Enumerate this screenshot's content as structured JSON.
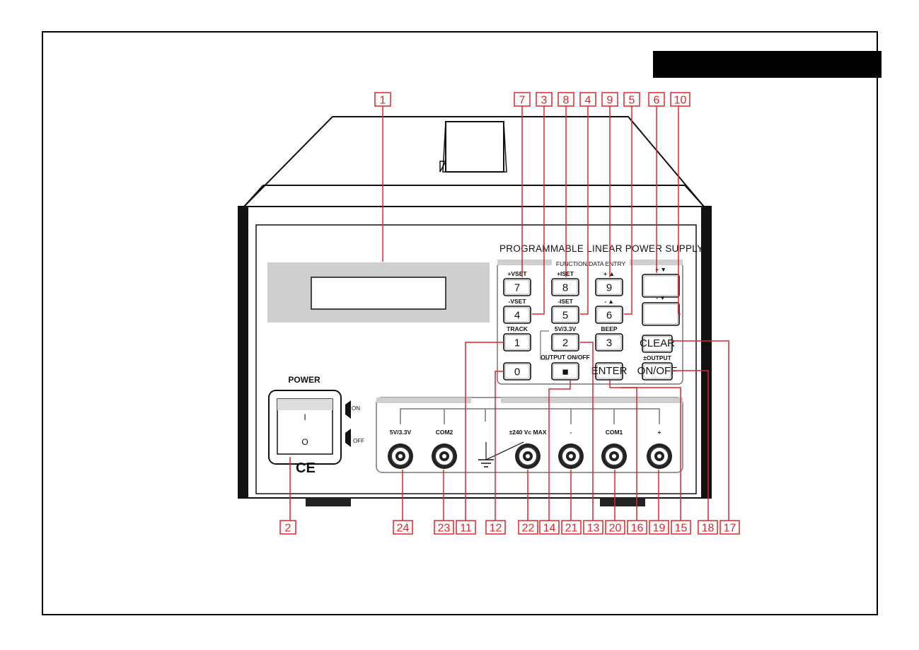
{
  "panel_title": "PROGRAMMABLE LINEAR POWER SUPPLY",
  "keypad_header": "FUNCTION/DATA ENTRY",
  "power_label": "POWER",
  "switch_on_glyph": "I",
  "switch_off_glyph": "O",
  "on_label": "ON",
  "off_label": "OFF",
  "ce_mark": "CE",
  "keys": [
    {
      "id": "7",
      "label": "7",
      "top": "+VSET"
    },
    {
      "id": "8",
      "label": "8",
      "top": "+ISET"
    },
    {
      "id": "9",
      "label": "9",
      "top": "+ ▲"
    },
    {
      "id": "up",
      "label": "",
      "top": "+ ▼"
    },
    {
      "id": "4",
      "label": "4",
      "top": "-VSET"
    },
    {
      "id": "5",
      "label": "5",
      "top": "-ISET"
    },
    {
      "id": "6",
      "label": "6",
      "top": "- ▲"
    },
    {
      "id": "down",
      "label": "",
      "top": "- ▼"
    },
    {
      "id": "1",
      "label": "1",
      "top": "TRACK"
    },
    {
      "id": "2",
      "label": "2",
      "top": "5V/3.3V"
    },
    {
      "id": "3",
      "label": "3",
      "top": "BEEP"
    },
    {
      "id": "clear",
      "label": "CLEAR",
      "top": ""
    },
    {
      "id": "0",
      "label": "0",
      "top": ""
    },
    {
      "id": "dot",
      "label": "■",
      "top": "OUTPUT ON/OFF"
    },
    {
      "id": "enter",
      "label": "ENTER",
      "top": ""
    },
    {
      "id": "onoff",
      "label": "ON/OFF",
      "top": "±OUTPUT"
    }
  ],
  "terminals": [
    {
      "label": "5V/3.3V"
    },
    {
      "label": "COM2"
    },
    {
      "label": "±240 Vc MAX"
    },
    {
      "label": "-"
    },
    {
      "label": "COM1"
    },
    {
      "label": "+"
    }
  ],
  "callouts": [
    "1",
    "7",
    "3",
    "8",
    "4",
    "9",
    "5",
    "6",
    "10",
    "2",
    "24",
    "23",
    "11",
    "12",
    "22",
    "14",
    "21",
    "13",
    "20",
    "16",
    "19",
    "15",
    "18",
    "17"
  ],
  "colors": {
    "callout": "#e0262a",
    "panel_gray": "#cfcfcf",
    "device_outline": "#111111"
  }
}
